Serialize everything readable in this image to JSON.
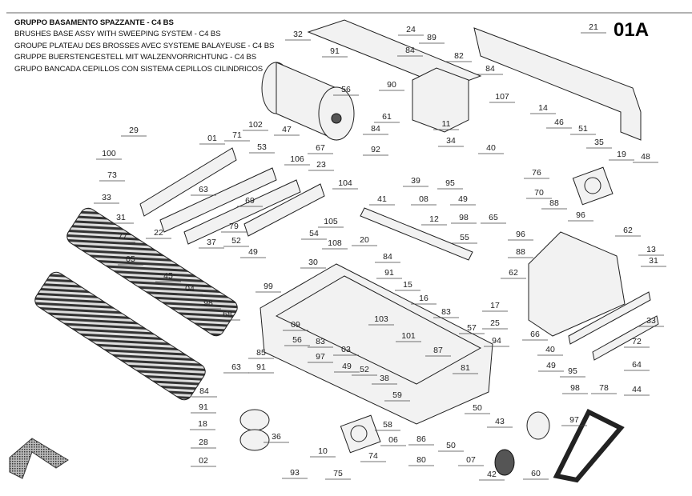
{
  "header": {
    "titles": [
      "GRUPPO BASAMENTO SPAZZANTE - C4 BS",
      "BRUSHES BASE ASSY WITH SWEEPING SYSTEM - C4 BS",
      "GROUPE PLATEAU DES BROSSES AVEC SYSTEME BALAYEUSE - C4 BS",
      "GRUPPE BUERSTENGESTELL MIT WALZENVORRICHTUNG - C4 BS",
      "GRUPO BANCADA CEPILLOS CON SISTEMA CEPILLOS CILINDRICOS"
    ],
    "table_code": "01A"
  },
  "callouts": [
    "32",
    "24",
    "89",
    "21",
    "91",
    "84",
    "82",
    "84",
    "90",
    "56",
    "107",
    "14",
    "61",
    "46",
    "51",
    "11",
    "84",
    "102",
    "47",
    "29",
    "01",
    "71",
    "53",
    "67",
    "92",
    "34",
    "40",
    "35",
    "19",
    "48",
    "100",
    "106",
    "23",
    "76",
    "39",
    "95",
    "73",
    "104",
    "70",
    "63",
    "88",
    "33",
    "69",
    "41",
    "08",
    "49",
    "96",
    "31",
    "105",
    "12",
    "98",
    "65",
    "62",
    "22",
    "79",
    "54",
    "96",
    "77",
    "37",
    "52",
    "55",
    "108",
    "88",
    "13",
    "20",
    "49",
    "05",
    "30",
    "84",
    "31",
    "45",
    "91",
    "62",
    "04",
    "99",
    "15",
    "98",
    "17",
    "83",
    "68",
    "33",
    "25",
    "103",
    "16",
    "09",
    "57",
    "56",
    "83",
    "101",
    "66",
    "72",
    "94",
    "87",
    "85",
    "40",
    "03",
    "97",
    "91",
    "63",
    "49",
    "52",
    "64",
    "81",
    "49",
    "95",
    "38",
    "84",
    "59",
    "98",
    "78",
    "44",
    "91",
    "50",
    "18",
    "43",
    "58",
    "97",
    "06",
    "86",
    "28",
    "36",
    "10",
    "50",
    "74",
    "80",
    "07",
    "02",
    "75",
    "93",
    "42",
    "60"
  ],
  "colors": {
    "line": "#222222",
    "part_fill": "#f2f2f2",
    "dark_fill": "#555555"
  }
}
